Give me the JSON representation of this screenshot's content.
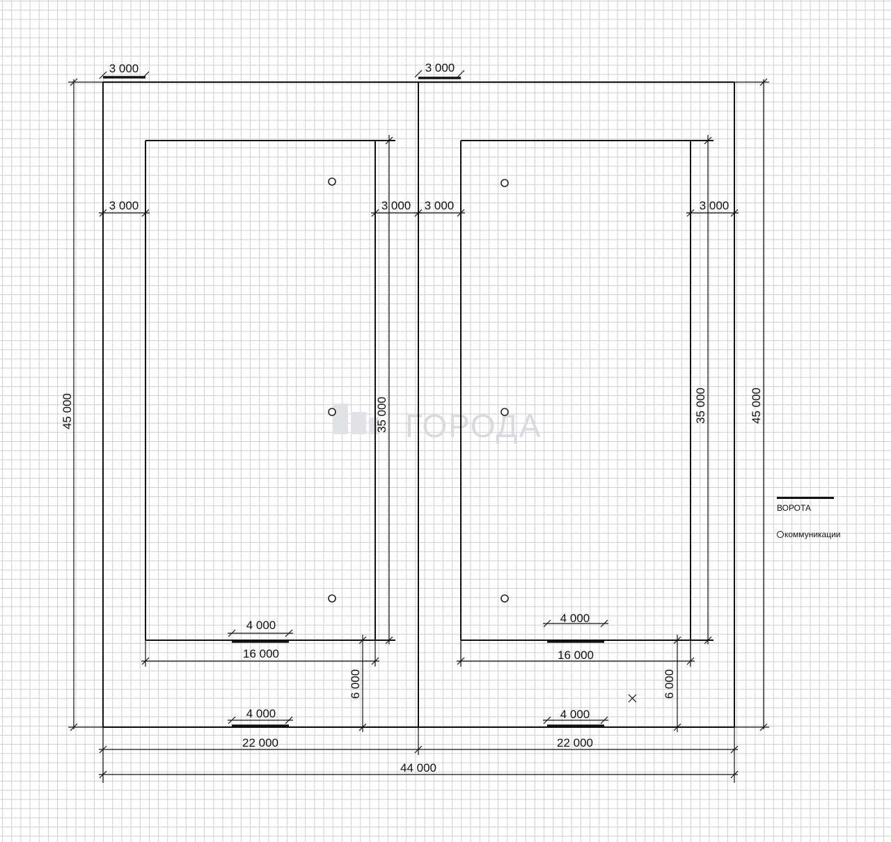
{
  "watermark": {
    "brand": "ГОРОДА"
  },
  "dimensions": {
    "total_width": "44 000",
    "total_depth": "45 000",
    "plot_width": "22 000",
    "building_width": "16 000",
    "building_depth": "35 000",
    "setback": "3 000",
    "front_setback": "6 000",
    "gate_width": "4 000"
  },
  "legend": {
    "gate_label": "ВОРОТА",
    "utilities_label": "коммуникации"
  },
  "colors": {
    "line": "#111111",
    "grid": "#c9ced3",
    "background": "#ffffff"
  }
}
